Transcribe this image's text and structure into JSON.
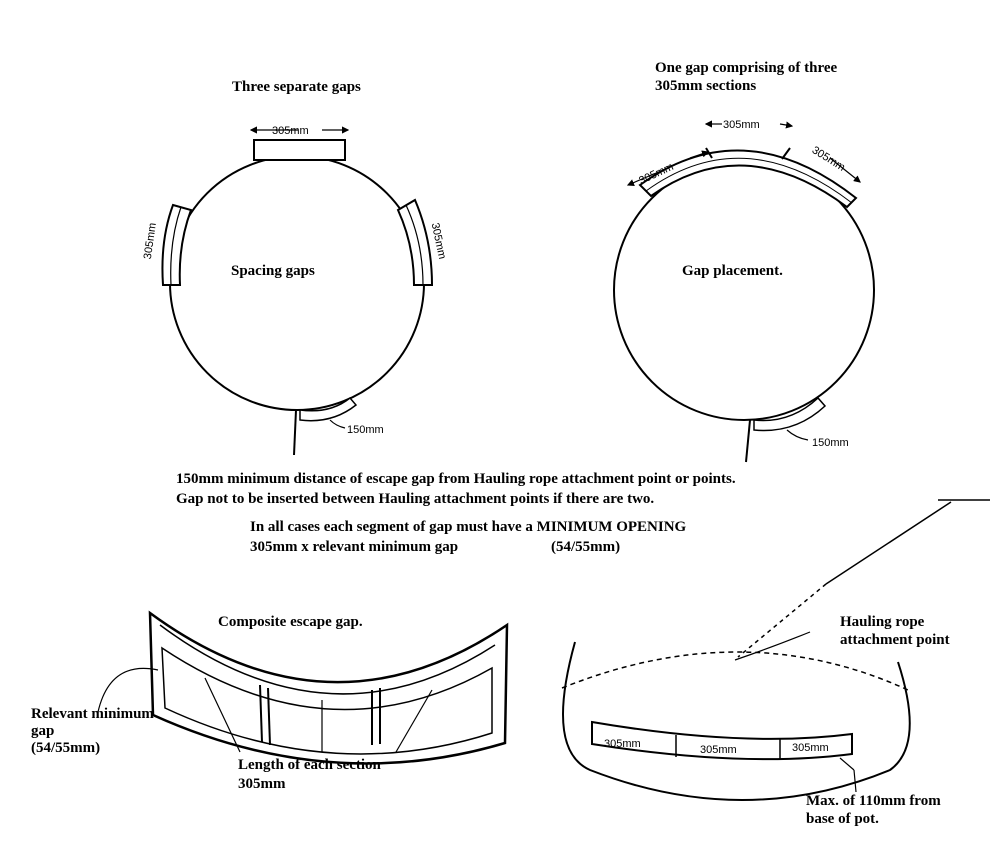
{
  "top_left": {
    "title": "Three separate gaps",
    "center_label": "Spacing gaps",
    "dim_top": "305mm",
    "dim_left": "305mm",
    "dim_right": "305mm",
    "dim_bottom": "150mm"
  },
  "top_right": {
    "title_line1": "One gap comprising of three",
    "title_line2": "305mm sections",
    "center_label": "Gap placement.",
    "dim_1": "305mm",
    "dim_2": "305mm",
    "dim_3": "305mm",
    "dim_bottom": "150mm"
  },
  "notes": {
    "line1": "150mm minimum distance of escape gap from Hauling rope attachment point or points.",
    "line2": "Gap not to be inserted between Hauling attachment points if there are two.",
    "line3": "In all cases each segment of gap must have a MINIMUM OPENING",
    "line4": "305mm x relevant minimum gap",
    "line4_value": "(54/55mm)"
  },
  "bottom_left": {
    "title": "Composite escape gap.",
    "relevant_line1": "Relevant minimum",
    "relevant_line2": "gap",
    "relevant_line3": "(54/55mm)",
    "length_line1": "Length of each section",
    "length_line2": "305mm"
  },
  "bottom_right": {
    "hauling_line1": "Hauling rope",
    "hauling_line2": "attachment point",
    "dim_1": "305mm",
    "dim_2": "305mm",
    "dim_3": "305mm",
    "max_line1": "Max. of 110mm from",
    "max_line2": "base of pot."
  }
}
